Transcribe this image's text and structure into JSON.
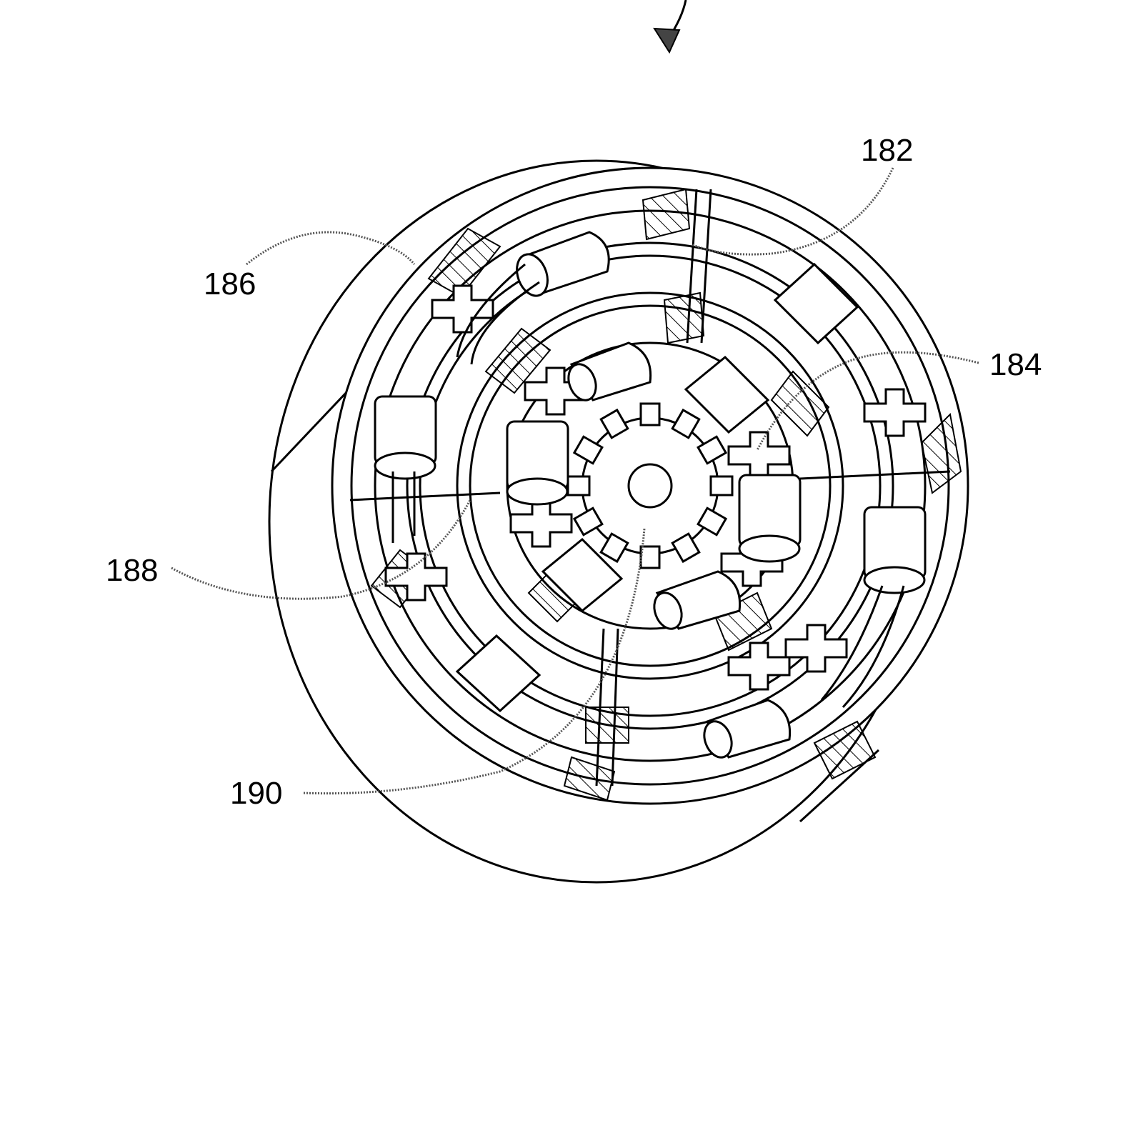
{
  "figure": {
    "labels": {
      "l182": "182",
      "l184": "184",
      "l186": "186",
      "l188": "188",
      "l190": "190"
    },
    "colors": {
      "line": "#000000",
      "background": "#ffffff",
      "leader": "#555555"
    }
  }
}
